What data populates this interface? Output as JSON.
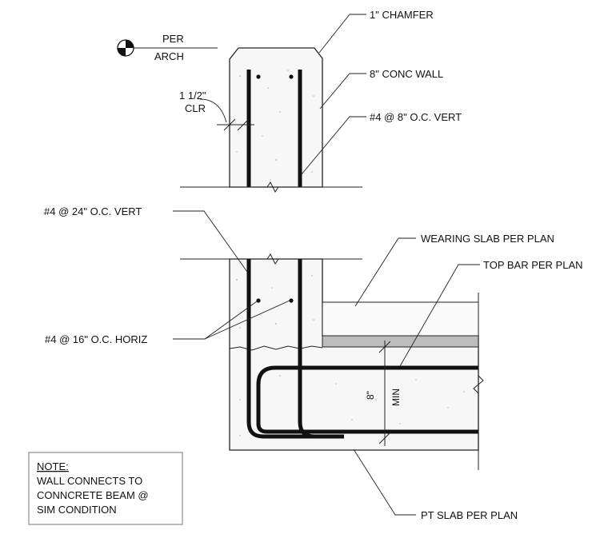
{
  "labels": {
    "chamfer": "1\" CHAMFER",
    "conc_wall": "8\" CONC WALL",
    "vert_8": "#4 @ 8\" O.C. VERT",
    "clr_1": "1 1/2\"",
    "clr_2": "CLR",
    "per_arch_1": "PER",
    "per_arch_2": "ARCH",
    "vert_24": "#4 @ 24\" O.C. VERT",
    "wearing_slab": "WEARING SLAB PER PLAN",
    "top_bar": "TOP BAR PER PLAN",
    "horiz_16": "#4 @ 16\" O.C. HORIZ",
    "pt_slab": "PT SLAB PER PLAN",
    "dim_value": "8\"",
    "dim_min": "MIN"
  },
  "note": {
    "title": "NOTE:",
    "lines": [
      "WALL CONNECTS TO",
      "CONNCRETE BEAM @",
      "SIM CONDITION"
    ]
  }
}
